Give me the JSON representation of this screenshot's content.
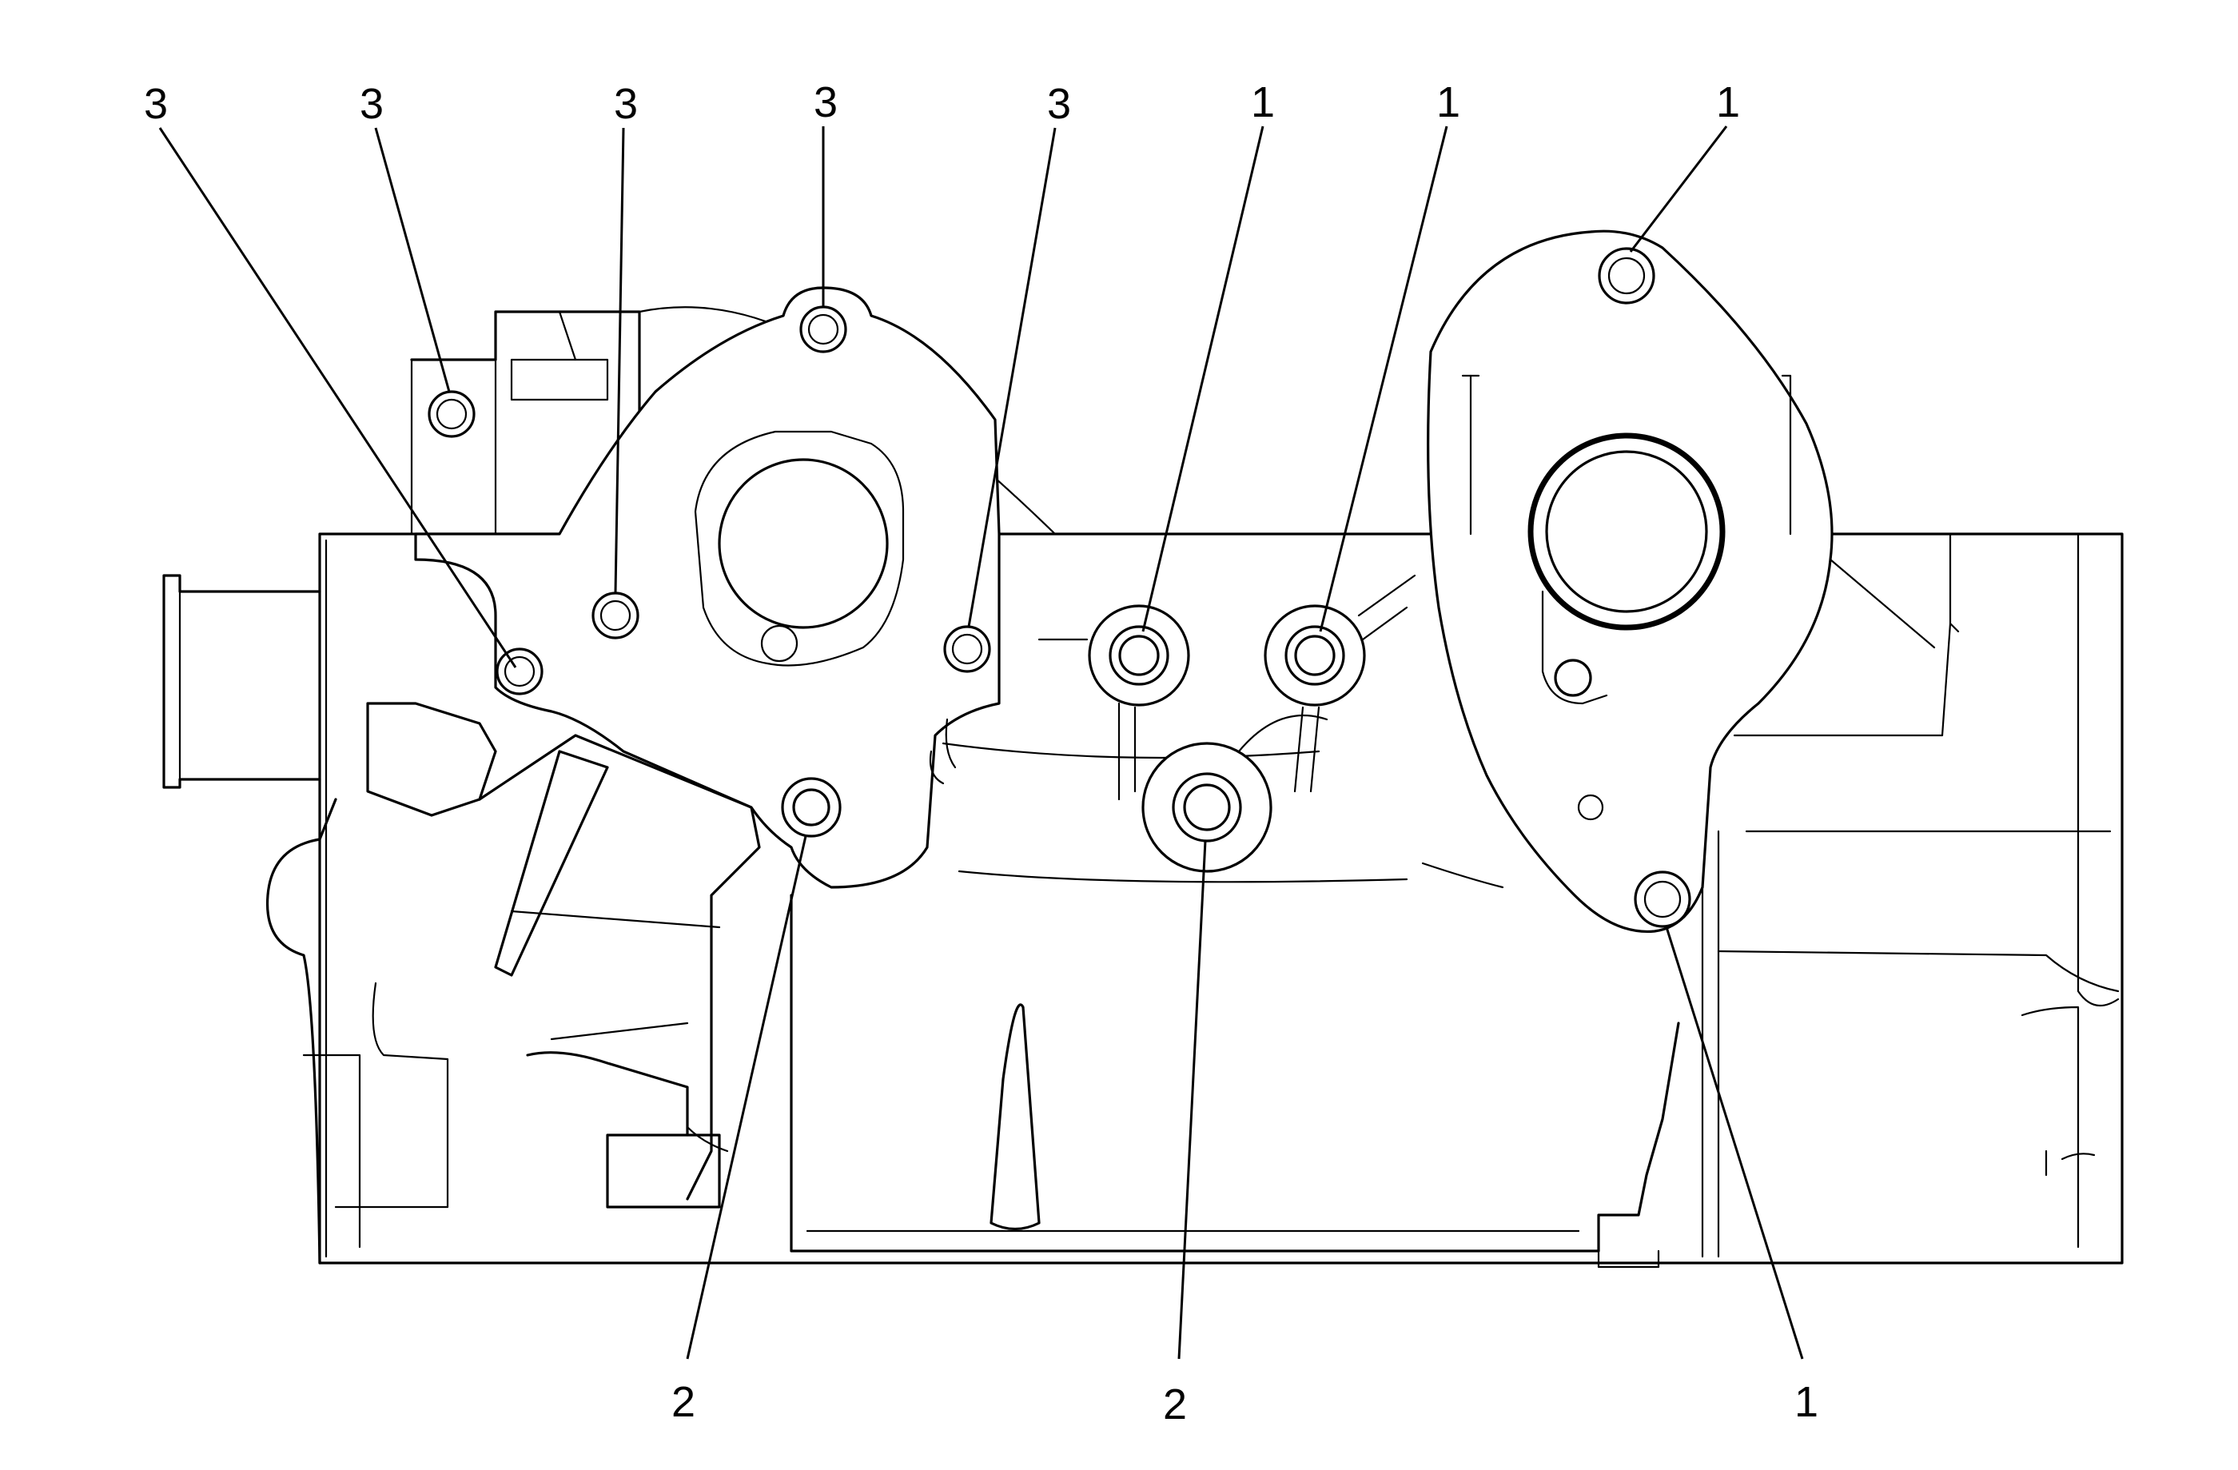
{
  "callouts": {
    "c1": "3",
    "c2": "3",
    "c3": "3",
    "c4": "3",
    "c5": "3",
    "c6": "1",
    "c7": "1",
    "c8": "1",
    "c9": "1",
    "c10": "2",
    "c11": "2"
  }
}
